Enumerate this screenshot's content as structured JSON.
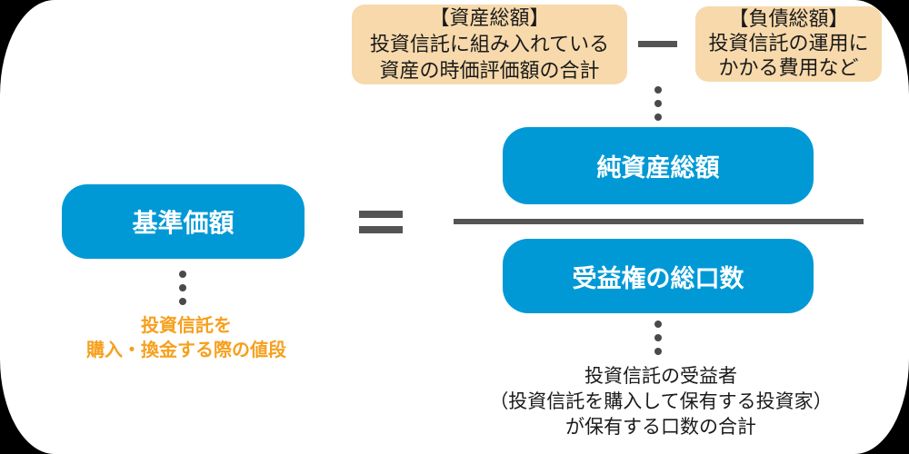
{
  "colors": {
    "box_blue": "#0099d5",
    "box_beige": "#f7d9ab",
    "accent_orange": "#f6a01e",
    "operator_gray": "#545454",
    "dot_gray": "#4a4a4a",
    "text_dark": "#1a1a1a",
    "canvas_bg": "#ffffff",
    "outside_bg": "#000000"
  },
  "left": {
    "price_box_label": "基準価額",
    "note_line1": "投資信託を",
    "note_line2": "購入・換金する際の値段"
  },
  "operators": {
    "equals": "＝",
    "minus": "−"
  },
  "formula": {
    "asset_box": {
      "title": "【資産総額】",
      "line1": "投資信託に組み入れている",
      "line2": "資産の時価評価額の合計"
    },
    "liability_box": {
      "title": "【負債総額】",
      "line1": "投資信託の運用に",
      "line2": "かかる費用など"
    },
    "numerator_label": "純資産総額",
    "denominator_label": "受益権の総口数",
    "denominator_note_line1": "投資信託の受益者",
    "denominator_note_line2": "（投資信託を購入して保有する投資家）",
    "denominator_note_line3": "が保有する口数の合計"
  }
}
